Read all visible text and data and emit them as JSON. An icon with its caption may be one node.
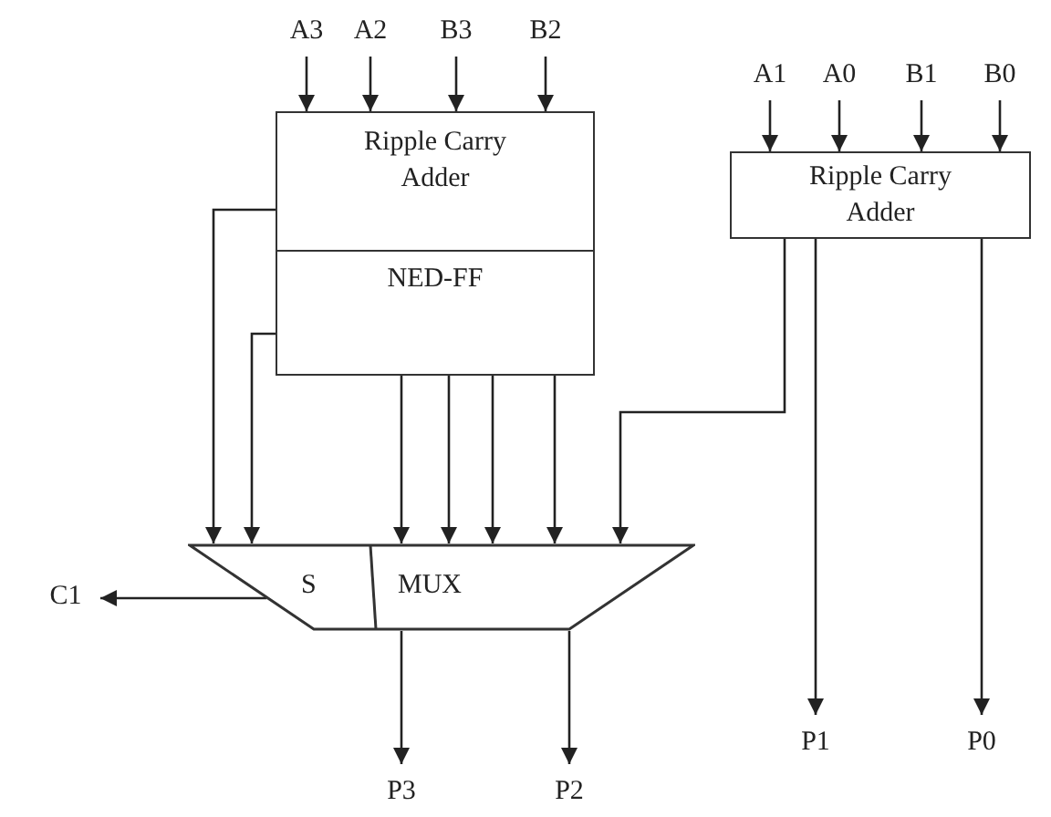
{
  "diagram": {
    "nodes": [
      {
        "text": [
          "A3"
        ]
      },
      {
        "text": [
          "A2"
        ]
      },
      {
        "text": [
          "B3"
        ]
      },
      {
        "text": [
          "B2"
        ]
      },
      {
        "text": [
          "Ripple Carry Adder"
        ]
      },
      {
        "text": [
          "NED-FF"
        ]
      },
      {
        "text": [
          "A1"
        ]
      },
      {
        "text": [
          "A0"
        ]
      },
      {
        "text": [
          "B1"
        ]
      },
      {
        "text": [
          "B0"
        ]
      },
      {
        "text": [
          "Ripple Carry Adder"
        ]
      },
      {
        "text": [
          "S",
          "MUX"
        ]
      },
      {
        "text": [
          "C1"
        ]
      },
      {
        "text": [
          "P3"
        ]
      },
      {
        "text": [
          "P2"
        ]
      },
      {
        "text": [
          "P1"
        ]
      },
      {
        "text": [
          "P0"
        ]
      }
    ],
    "edges": [
      {
        "from": 0,
        "to": 4,
        "arrow": "to"
      },
      {
        "from": 1,
        "to": 4,
        "arrow": "to"
      },
      {
        "from": 2,
        "to": 4,
        "arrow": "to"
      },
      {
        "from": 3,
        "to": 4,
        "arrow": "to"
      },
      {
        "from": 6,
        "to": 10,
        "arrow": "to"
      },
      {
        "from": 7,
        "to": 10,
        "arrow": "to"
      },
      {
        "from": 8,
        "to": 10,
        "arrow": "to"
      },
      {
        "from": 9,
        "to": 10,
        "arrow": "to"
      },
      {
        "from": 4,
        "to": 11,
        "arrow": "to"
      },
      {
        "from": 5,
        "to": 11,
        "arrow": "to"
      },
      {
        "from": 5,
        "to": 11,
        "arrow": "to"
      },
      {
        "from": 5,
        "to": 11,
        "arrow": "to"
      },
      {
        "from": 5,
        "to": 11,
        "arrow": "to"
      },
      {
        "from": 5,
        "to": 11,
        "arrow": "to"
      },
      {
        "from": 10,
        "to": 11,
        "arrow": "to"
      },
      {
        "from": 10,
        "to": 15,
        "arrow": "to"
      },
      {
        "from": 10,
        "to": 16,
        "arrow": "to"
      },
      {
        "from": 11,
        "to": 12,
        "arrow": "to"
      },
      {
        "from": 11,
        "to": 13,
        "arrow": "to"
      },
      {
        "from": 11,
        "to": 14,
        "arrow": "to"
      }
    ]
  }
}
